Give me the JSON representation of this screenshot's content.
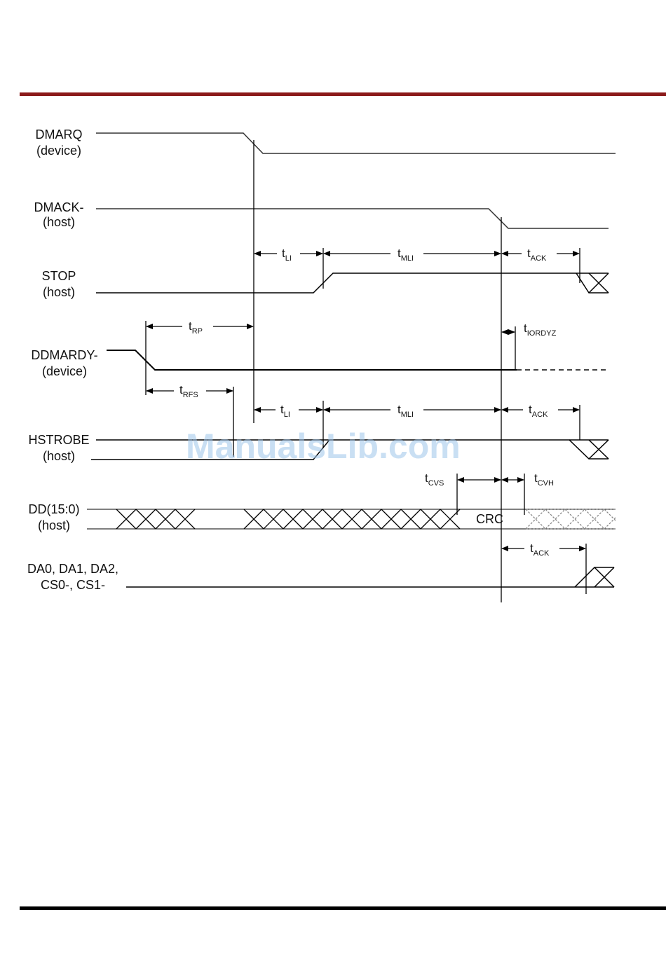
{
  "signals": [
    {
      "id": "dmarq",
      "name": "DMARQ",
      "role": "(device)"
    },
    {
      "id": "dmack",
      "name": "DMACK-",
      "role": "(host)"
    },
    {
      "id": "stop",
      "name": "STOP",
      "role": "(host)"
    },
    {
      "id": "ddmardy",
      "name": "DDMARDY-",
      "role": "(device)"
    },
    {
      "id": "hstrobe",
      "name": "HSTROBE",
      "role": "(host)"
    },
    {
      "id": "dd",
      "name": "DD(15:0)",
      "role": "(host)"
    },
    {
      "id": "da",
      "name": "DA0, DA1, DA2,",
      "role": "CS0-, CS1-"
    }
  ],
  "timings": {
    "tli_1": {
      "main": "t",
      "sub": "LI"
    },
    "tmli_1": {
      "main": "t",
      "sub": "MLI"
    },
    "tack_1": {
      "main": "t",
      "sub": "ACK"
    },
    "trp": {
      "main": "t",
      "sub": "RP"
    },
    "tiordyz": {
      "main": "t",
      "sub": "IORDYZ"
    },
    "trfs": {
      "main": "t",
      "sub": "RFS"
    },
    "tli_2": {
      "main": "t",
      "sub": "LI"
    },
    "tmli_2": {
      "main": "t",
      "sub": "MLI"
    },
    "tack_2": {
      "main": "t",
      "sub": "ACK"
    },
    "tcvs": {
      "main": "t",
      "sub": "CVS"
    },
    "tcvh": {
      "main": "t",
      "sub": "CVH"
    },
    "tack_3": {
      "main": "t",
      "sub": "ACK"
    }
  },
  "bus_label": "CRC",
  "watermark": "ManualsLib.com",
  "colors": {
    "top_rule": "#8b1a1a",
    "bottom_rule": "#000000",
    "watermark": "#9ec5ea"
  }
}
